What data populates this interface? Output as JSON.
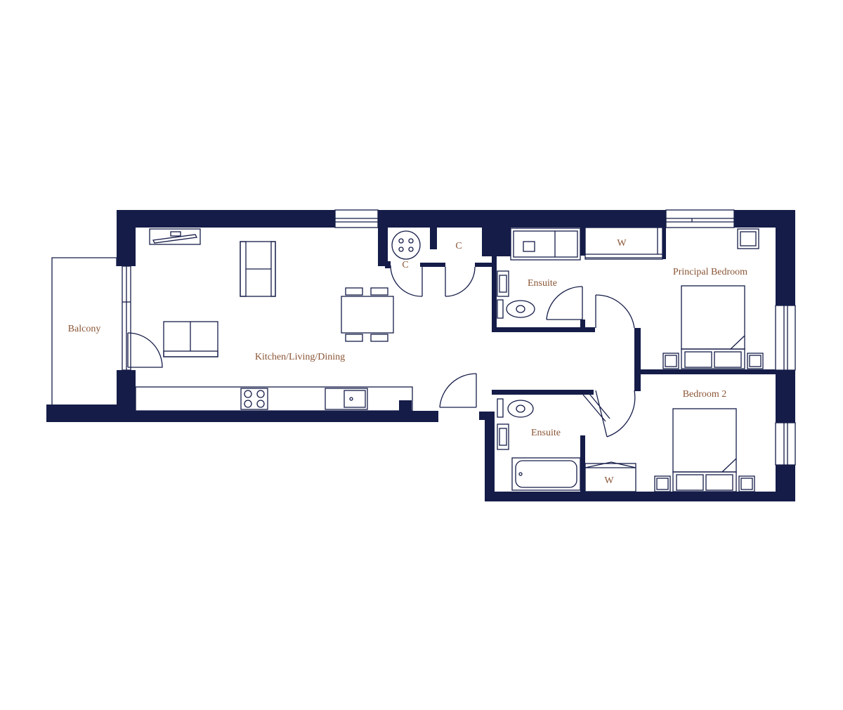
{
  "colors": {
    "wall": "#151c48",
    "label": "#8a5535",
    "background": "#ffffff"
  },
  "rooms": {
    "balcony": "Balcony",
    "kitchen_living_dining": "Kitchen/Living/Dining",
    "cupboard_1": "C",
    "cupboard_2": "C",
    "ensuite_1": "Ensuite",
    "wardrobe_1": "W",
    "principal_bedroom": "Principal Bedroom",
    "ensuite_2": "Ensuite",
    "bedroom_2": "Bedroom 2",
    "wardrobe_2": "W"
  },
  "icons": [
    "door-swing-icon",
    "sofa-icon",
    "armchair-icon",
    "tv-icon",
    "dining-table-icon",
    "hob-icon",
    "sink-icon",
    "toilet-icon",
    "basin-icon",
    "shower-icon",
    "bath-icon",
    "bed-icon",
    "bedside-table-icon",
    "boiler-icon",
    "window-icon"
  ]
}
